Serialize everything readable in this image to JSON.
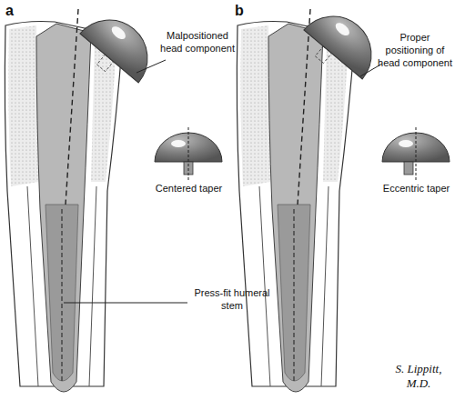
{
  "diagram": {
    "labels": [
      "a",
      "b",
      "Malpositioned head component",
      "Proper positioning of head component",
      "Centered taper",
      "Eccentric taper",
      "Press-fit humeral stem",
      "S. Lippitt, M.D."
    ]
  }
}
